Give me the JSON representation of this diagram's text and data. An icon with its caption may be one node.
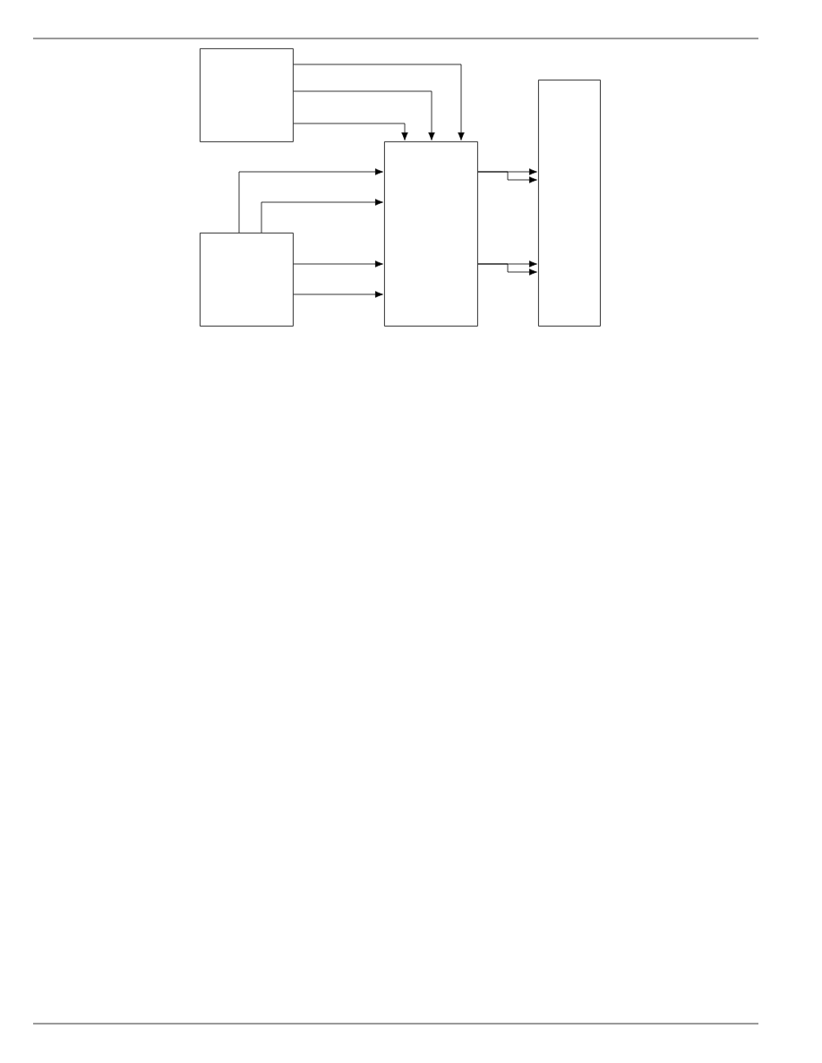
{
  "diagram": {
    "nodes": [
      {
        "text": [],
        "shape": "box"
      },
      {
        "text": [],
        "shape": "box"
      },
      {
        "text": [],
        "shape": "box"
      },
      {
        "text": [],
        "shape": "box"
      }
    ],
    "edges": [
      {
        "from": 0,
        "to": 2,
        "arrow": "to"
      },
      {
        "from": 0,
        "to": 2,
        "arrow": "to"
      },
      {
        "from": 0,
        "to": 2,
        "arrow": "to"
      },
      {
        "from": 1,
        "to": 2,
        "arrow": "to"
      },
      {
        "from": 1,
        "to": 2,
        "arrow": "to"
      },
      {
        "from": 1,
        "to": 2,
        "arrow": "to"
      },
      {
        "from": 1,
        "to": 2,
        "arrow": "to"
      },
      {
        "from": 2,
        "to": 3,
        "arrow": "to"
      },
      {
        "from": 2,
        "to": 3,
        "arrow": "to"
      },
      {
        "from": 2,
        "to": 3,
        "arrow": "to"
      },
      {
        "from": 2,
        "to": 3,
        "arrow": "to"
      }
    ]
  }
}
